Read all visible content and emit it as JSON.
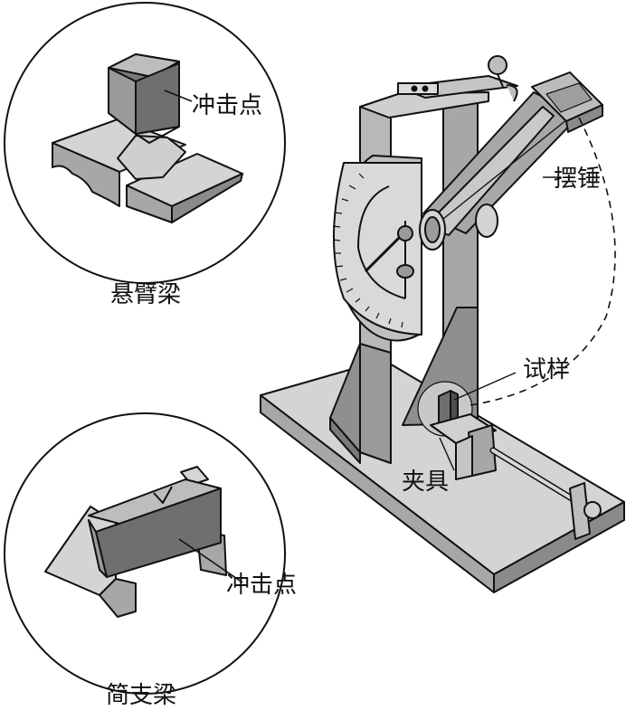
{
  "labels": {
    "cantilever_impact_point": "冲击点",
    "cantilever_caption": "悬臂梁",
    "simple_impact_point": "冲击点",
    "simple_caption": "简支梁",
    "pendulum": "摆锤",
    "specimen": "试样",
    "fixture": "夹具"
  },
  "colors": {
    "dark": "#6f6f6f",
    "mid": "#a7a7a7",
    "light": "#d4d4d4",
    "stroke": "#111111",
    "background": "#ffffff"
  }
}
